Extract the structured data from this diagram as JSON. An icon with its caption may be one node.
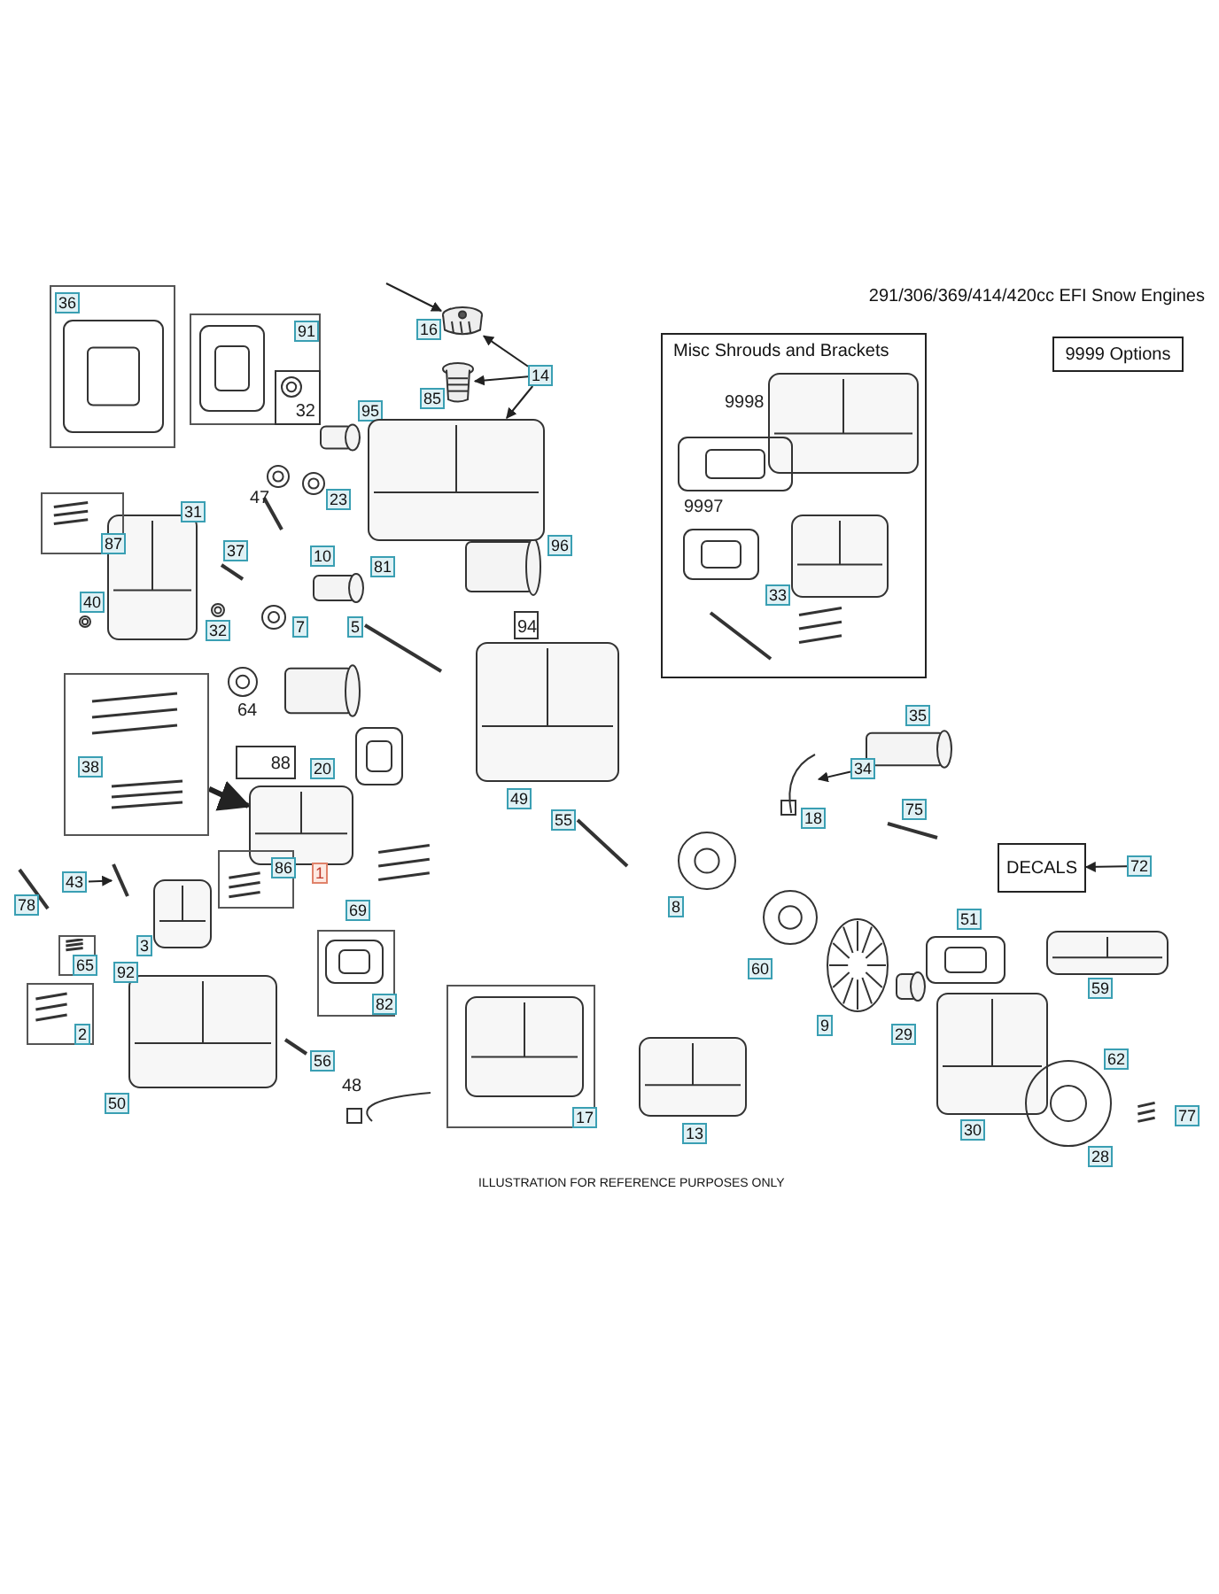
{
  "diagram": {
    "title": "291/306/369/414/420cc EFI Snow Engines",
    "caption": "ILLUSTRATION FOR REFERENCE PURPOSES ONLY",
    "nodes": [
      {
        "text": [],
        "shape": "box"
      },
      {
        "text": [
          "36"
        ],
        "in": 0
      },
      {
        "text": [],
        "shape": "box"
      },
      {
        "text": [
          "91"
        ],
        "in": 2
      },
      {
        "text": [
          "32"
        ],
        "in": 2
      },
      {
        "text": [
          "16"
        ]
      },
      {
        "text": [],
        "shape": "picture"
      },
      {
        "text": [
          "14"
        ]
      },
      {
        "text": [
          "85"
        ]
      },
      {
        "text": [],
        "shape": "picture"
      },
      {
        "text": [
          "9999 Options"
        ]
      },
      {
        "text": [
          "Misc Shrouds and Brackets"
        ]
      },
      {
        "text": [
          "95"
        ]
      },
      {
        "text": [],
        "shape": "picture"
      },
      {
        "text": [
          "23"
        ]
      },
      {
        "text": [],
        "shape": "box"
      },
      {
        "text": [
          "87"
        ],
        "in": 15
      },
      {
        "text": [
          "31"
        ]
      },
      {
        "text": [
          "96"
        ]
      },
      {
        "text": [
          "37"
        ]
      },
      {
        "text": [
          "10"
        ]
      },
      {
        "text": [
          "81"
        ]
      },
      {
        "text": [
          "33"
        ],
        "in": 11
      },
      {
        "text": [
          "40"
        ]
      },
      {
        "text": [
          "32"
        ]
      },
      {
        "text": [
          "7"
        ]
      },
      {
        "text": [
          "5"
        ]
      },
      {
        "text": [
          "94"
        ]
      },
      {
        "text": [],
        "shape": "box"
      },
      {
        "text": [
          "38"
        ],
        "in": 28
      },
      {
        "text": [
          "35"
        ]
      },
      {
        "text": [
          "88"
        ]
      },
      {
        "text": [
          "20"
        ]
      },
      {
        "text": [
          "34"
        ]
      },
      {
        "text": [],
        "shape": "picture"
      },
      {
        "text": [],
        "shape": "picture"
      },
      {
        "text": [
          "49"
        ]
      },
      {
        "text": [
          "75"
        ]
      },
      {
        "text": [
          "18"
        ]
      },
      {
        "text": [
          "55"
        ]
      },
      {
        "text": [
          "DECALS"
        ]
      },
      {
        "text": [
          "72"
        ]
      },
      {
        "text": [],
        "shape": "box"
      },
      {
        "text": [
          "86"
        ],
        "in": 42
      },
      {
        "text": [
          "1"
        ]
      },
      {
        "text": [
          "43"
        ]
      },
      {
        "text": [],
        "shape": "picture"
      },
      {
        "text": [
          "78"
        ]
      },
      {
        "text": [
          "69"
        ]
      },
      {
        "text": [
          "8"
        ]
      },
      {
        "text": [
          "51"
        ]
      },
      {
        "text": [],
        "shape": "box"
      },
      {
        "text": [
          "65"
        ],
        "in": 51
      },
      {
        "text": [],
        "shape": "box"
      },
      {
        "text": [
          "3"
        ]
      },
      {
        "text": [
          "92"
        ]
      },
      {
        "text": [
          "60"
        ]
      },
      {
        "text": [
          "59"
        ]
      },
      {
        "text": [],
        "shape": "box"
      },
      {
        "text": [
          "2"
        ],
        "in": 58
      },
      {
        "text": [],
        "shape": "box"
      },
      {
        "text": [
          "82"
        ],
        "in": 53
      },
      {
        "text": [
          "9"
        ]
      },
      {
        "text": [
          "29"
        ]
      },
      {
        "text": [
          "56"
        ]
      },
      {
        "text": [
          "62"
        ]
      },
      {
        "text": [
          "50"
        ]
      },
      {
        "text": [
          "17"
        ],
        "in": 60
      },
      {
        "text": [
          "77"
        ]
      },
      {
        "text": [
          "30"
        ]
      },
      {
        "text": [
          "13"
        ]
      },
      {
        "text": [
          "28"
        ]
      }
    ],
    "edges": [
      {
        "from": 41,
        "to": 40,
        "arrow": "to"
      },
      {
        "from": 7,
        "to": 6,
        "arrow": "to"
      },
      {
        "from": 7,
        "to": 9,
        "arrow": "to"
      },
      {
        "from": 7,
        "to": 13,
        "arrow": "to"
      },
      {
        "from": null,
        "to": 6,
        "arrow": "to"
      },
      {
        "from": 28,
        "to": 35,
        "arrow": "to",
        "style": "thick"
      },
      {
        "from": 45,
        "to": 46,
        "arrow": "to"
      },
      {
        "from": 33,
        "to": 34,
        "arrow": "to"
      }
    ],
    "labels": [
      "9998",
      "47",
      "9997",
      "64",
      "48"
    ]
  }
}
